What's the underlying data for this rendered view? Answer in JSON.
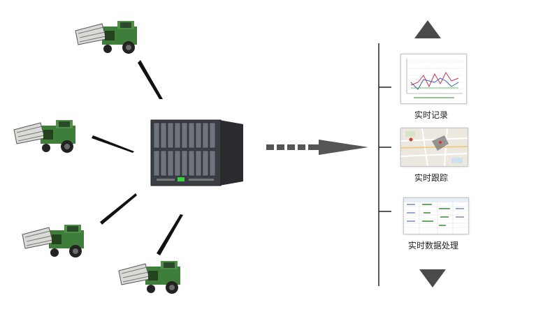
{
  "panels": [
    {
      "label": "实时记录",
      "icon": "line-chart-thumbnail"
    },
    {
      "label": "实时跟踪",
      "icon": "map-thumbnail"
    },
    {
      "label": "实时数据处理",
      "icon": "data-table-thumbnail"
    }
  ],
  "colors": {
    "vehicle_body": "#3f7d3a",
    "vehicle_dark": "#23431f",
    "server_body": "#3a3d44",
    "arrow": "#555555",
    "divider": "#222222"
  },
  "icons": {
    "vehicle": "combine-harvester-icon",
    "server": "blade-server-rack-icon",
    "scroll_up": "triangle-up-icon",
    "scroll_down": "triangle-down-icon"
  }
}
